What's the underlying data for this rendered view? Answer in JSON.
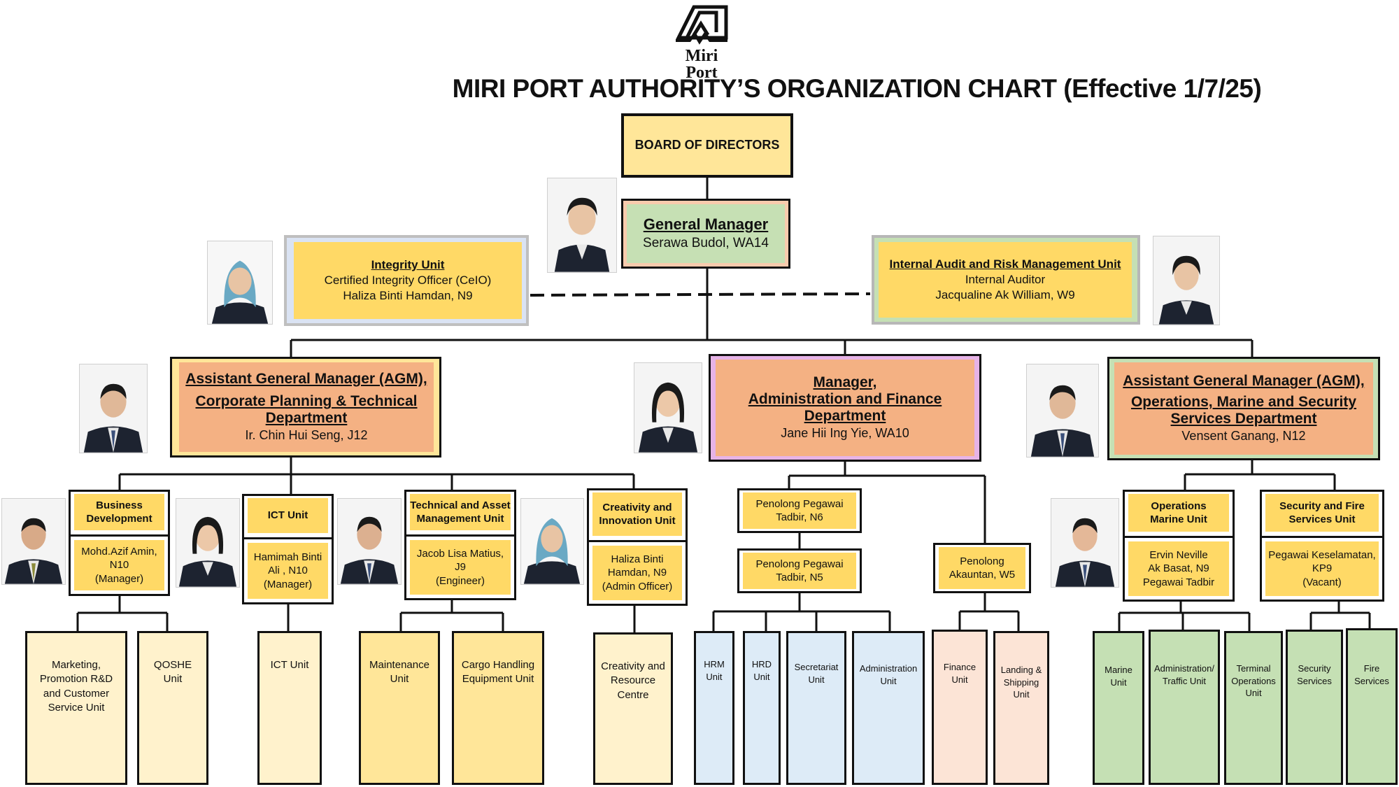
{
  "logo": {
    "text": "Miri Port",
    "icon": "miri-port-logo-icon"
  },
  "title": "MIRI PORT AUTHORITY’S ORGANIZATION CHART (Effective 1/7/25)",
  "board": {
    "label": "BOARD OF DIRECTORS"
  },
  "gm": {
    "title": "General Manager",
    "name": "Serawa Budol, WA14"
  },
  "integrity": {
    "title": "Integrity Unit",
    "role": "Certified Integrity Officer (CeIO)",
    "name": "Haliza Binti Hamdan, N9"
  },
  "audit": {
    "title": "Internal Audit and Risk Management Unit",
    "role": "Internal Auditor",
    "name": "Jacqualine Ak William, W9"
  },
  "departments": {
    "agm_cpt": {
      "line1": "Assistant General Manager (AGM),",
      "line2": "Corporate Planning & Technical",
      "line3": "Department",
      "name": "Ir. Chin Hui Seng, J12"
    },
    "mgr_af": {
      "line1": "Manager,",
      "line2": "Administration and Finance",
      "line3": "Department",
      "name": "Jane Hii Ing Yie, WA10"
    },
    "agm_oms": {
      "line1": "Assistant General Manager (AGM),",
      "line2": "Operations, Marine and Security",
      "line3": "Services Department",
      "name": "Vensent Ganang, N12"
    }
  },
  "units": {
    "bizdev": {
      "title_1": "Business",
      "title_2": "Development",
      "l1": "Mohd.Azif Amin,",
      "l2": "N10",
      "l3": "(Manager)"
    },
    "ict": {
      "title_1": "ICT Unit",
      "l1": "Hamimah Binti",
      "l2": "Ali , N10",
      "l3": "(Manager)"
    },
    "tech": {
      "title_1": "Technical and Asset",
      "title_2": "Management Unit",
      "l1": "Jacob Lisa Matius,",
      "l2": "J9",
      "l3": "(Engineer)"
    },
    "creativity": {
      "title_1": "Creativity and",
      "title_2": "Innovation Unit",
      "l1": "Haliza Binti",
      "l2": "Hamdan, N9",
      "l3": "(Admin Officer)"
    },
    "ppt_n6": {
      "l1": "Penolong Pegawai",
      "l2": "Tadbir, N6"
    },
    "ppt_n5": {
      "l1": "Penolong Pegawai",
      "l2": "Tadbir, N5"
    },
    "pa_w5": {
      "l1": "Penolong",
      "l2": "Akauntan, W5"
    },
    "ops_marine": {
      "title_1": "Operations",
      "title_2": "Marine Unit",
      "l1": "Ervin Neville",
      "l2": "Ak Basat, N9",
      "l3": "Pegawai Tadbir"
    },
    "security": {
      "title_1": "Security and Fire",
      "title_2": "Services Unit",
      "l1": "Pegawai Keselamatan,",
      "l2": "KP9",
      "l3": "(Vacant)"
    }
  },
  "leaves": {
    "marketing": [
      "Marketing,",
      "Promotion R&D",
      "and Customer",
      "Service Unit"
    ],
    "qoshe": [
      "QOSHE",
      "Unit"
    ],
    "ict": [
      "ICT Unit"
    ],
    "maintenance": [
      "Maintenance",
      "Unit"
    ],
    "cargo": [
      "Cargo Handling",
      "Equipment Unit"
    ],
    "crc": [
      "Creativity and",
      "Resource",
      "Centre"
    ],
    "hrm": [
      "HRM",
      "Unit"
    ],
    "hrd": [
      "HRD",
      "Unit"
    ],
    "secretariat": [
      "Secretariat",
      "Unit"
    ],
    "administration": [
      "Administration",
      "Unit"
    ],
    "finance": [
      "Finance",
      "Unit"
    ],
    "landing": [
      "Landing &",
      "Shipping",
      "Unit"
    ],
    "marine": [
      "Marine",
      "Unit"
    ],
    "admin_traffic": [
      "Administration/",
      "Traffic Unit"
    ],
    "terminal": [
      "Terminal",
      "Operations",
      "Unit"
    ],
    "security": [
      "Security",
      "Services"
    ],
    "fire": [
      "Fire",
      "Services"
    ]
  },
  "colors": {
    "gold": "#ffd966",
    "light_gold": "#ffe699",
    "cream": "#fff2cc",
    "peach": "#f4b183",
    "green": "#c5e0b4",
    "blue": "#ddebf7",
    "pink": "#fce4d6"
  }
}
